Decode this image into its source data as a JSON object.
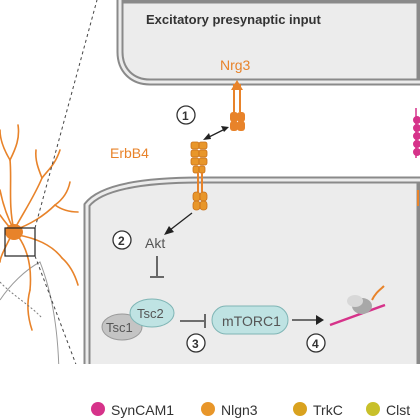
{
  "title": "Excitatory presynaptic input",
  "labels": {
    "nrg3": "Nrg3",
    "erbb4": "ErbB4",
    "akt": "Akt",
    "tsc1": "Tsc1",
    "tsc2": "Tsc2",
    "mtorc1": "mTORC1"
  },
  "steps": [
    "1",
    "2",
    "3",
    "4"
  ],
  "legend": [
    {
      "label": "SynCAM1",
      "color": "#d6338a"
    },
    {
      "label": "Nlgn3",
      "color": "#e8962a"
    },
    {
      "label": "TrkC",
      "color": "#d9a21f"
    },
    {
      "label": "Clst",
      "color": "#c8c02a"
    }
  ],
  "colors": {
    "orange": "#e8832a",
    "magenta": "#d6338a",
    "cell_fill": "#ececec",
    "membrane": "#8a8a8a",
    "teal": "#bfe3e3"
  }
}
